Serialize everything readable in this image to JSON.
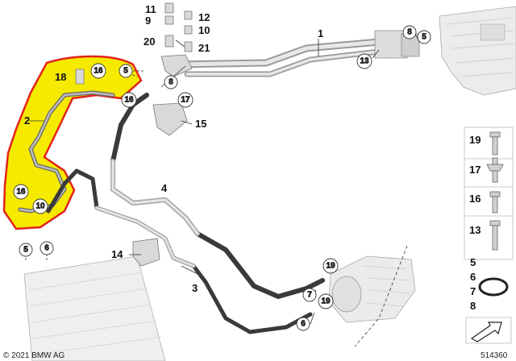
{
  "diagram": {
    "copyright": "© 2021 BMW AG",
    "image_number": "514360",
    "labels": {
      "l1": "1",
      "l2": "2",
      "l3": "3",
      "l4": "4",
      "l9": "9",
      "l10": "10",
      "l11": "11",
      "l12": "12",
      "l14": "14",
      "l15": "15",
      "l18": "18",
      "l20": "20",
      "l21": "21"
    },
    "callouts": {
      "c5a": "5",
      "c8a": "8",
      "c13a": "13",
      "c16a": "16",
      "c5b": "5",
      "c8b": "8",
      "c16b": "16",
      "c17": "17",
      "c16c": "16",
      "c10": "10",
      "c5c": "5",
      "c6a": "6",
      "c19": "19",
      "c7": "7",
      "c19b": "19",
      "c6b": "6"
    },
    "legend": {
      "items": [
        "19",
        "17",
        "16",
        "13"
      ],
      "group": [
        "5",
        "6",
        "7",
        "8"
      ]
    },
    "colors": {
      "highlight_fill": "#f5ea00",
      "highlight_outline": "#e2231a",
      "pipe": "#3a3a3a"
    }
  }
}
